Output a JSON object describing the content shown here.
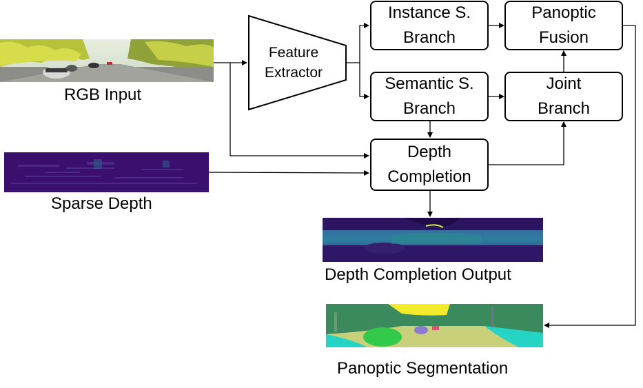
{
  "inputs": {
    "rgb_caption": "RGB Input",
    "sparse_caption": "Sparse Depth"
  },
  "feature_extractor": {
    "line1": "Feature",
    "line2": "Extractor"
  },
  "blocks": {
    "instance": {
      "line1": "Instance S.",
      "line2": "Branch"
    },
    "semantic": {
      "line1": "Semantic S.",
      "line2": "Branch"
    },
    "panoptic_fusion": {
      "line1": "Panoptic",
      "line2": "Fusion"
    },
    "joint": {
      "line1": "Joint",
      "line2": "Branch"
    },
    "depth_completion": {
      "line1": "Depth",
      "line2": "Completion"
    }
  },
  "outputs": {
    "depth_caption": "Depth Completion Output",
    "panoptic_caption": "Panoptic Segmentation"
  },
  "colors": {
    "depth_dark": "#2d1460",
    "depth_mid": "#3b5a9a",
    "depth_teal": "#2a8c8c",
    "seg_green": "#3a8a5e",
    "seg_yellow": "#f2ea2a",
    "seg_cyan": "#26d4c4",
    "seg_road": "#c9d07a"
  }
}
